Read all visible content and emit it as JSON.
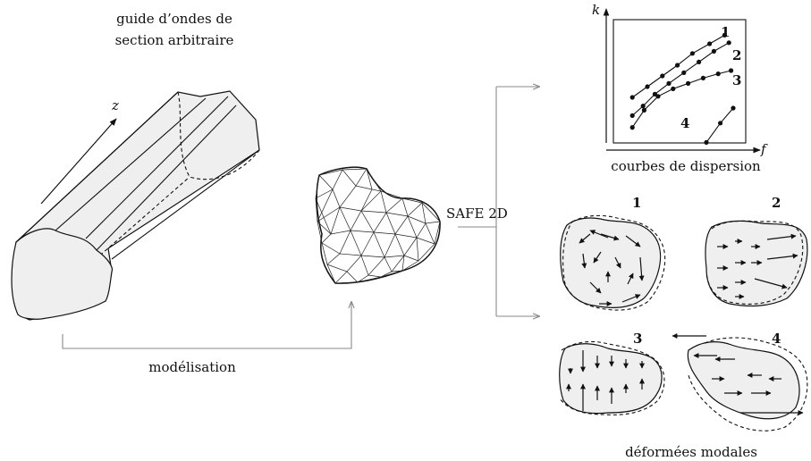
{
  "labels": {
    "waveguide_line1": "guide d’ondes de",
    "waveguide_line2": "section arbitraire",
    "z_axis": "z",
    "modelisation": "modélisation",
    "safe": "SAFE 2D",
    "dispersion_caption": "courbes de dispersion",
    "k_axis": "k",
    "f_axis": "f",
    "modes_caption": "déformées modales"
  },
  "mode_numbers": [
    "1",
    "2",
    "3",
    "4"
  ],
  "chart_data": {
    "type": "line",
    "xlabel": "f",
    "ylabel": "k",
    "series": [
      {
        "name": "1",
        "points": [
          [
            0.06,
            0.3
          ],
          [
            0.2,
            0.4
          ],
          [
            0.34,
            0.5
          ],
          [
            0.48,
            0.6
          ],
          [
            0.62,
            0.71
          ],
          [
            0.78,
            0.8
          ],
          [
            0.92,
            0.88
          ]
        ]
      },
      {
        "name": "2",
        "points": [
          [
            0.06,
            0.13
          ],
          [
            0.16,
            0.22
          ],
          [
            0.27,
            0.33
          ],
          [
            0.4,
            0.43
          ],
          [
            0.54,
            0.53
          ],
          [
            0.68,
            0.63
          ],
          [
            0.82,
            0.73
          ],
          [
            0.96,
            0.81
          ]
        ]
      },
      {
        "name": "3",
        "points": [
          [
            0.06,
            0.02
          ],
          [
            0.17,
            0.18
          ],
          [
            0.3,
            0.31
          ],
          [
            0.44,
            0.38
          ],
          [
            0.58,
            0.43
          ],
          [
            0.72,
            0.48
          ],
          [
            0.86,
            0.52
          ],
          [
            0.98,
            0.55
          ]
        ]
      },
      {
        "name": "4",
        "points": [
          [
            0.75,
            -0.12
          ],
          [
            0.88,
            0.06
          ],
          [
            1.0,
            0.2
          ]
        ]
      }
    ]
  }
}
